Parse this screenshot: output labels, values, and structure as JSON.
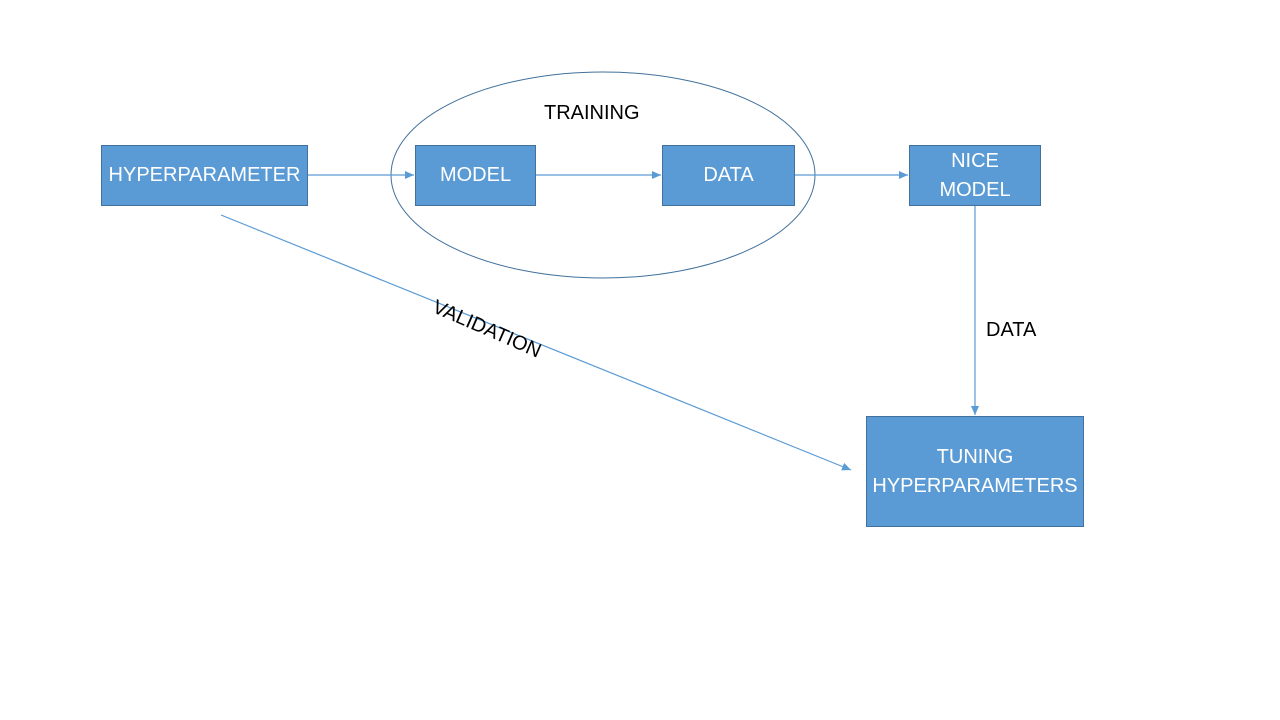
{
  "nodes": {
    "hyperparameter": "HYPERPARAMETER",
    "model": "MODEL",
    "data": "DATA",
    "nice_model": "NICE\nMODEL",
    "tuning": "TUNING\nHYPERPARAMETERS"
  },
  "labels": {
    "training": "TRAINING",
    "validation": "VALIDATION",
    "data_edge": "DATA"
  },
  "colors": {
    "box_fill": "#5b9bd5",
    "box_border": "#41719c",
    "line": "#5b9bd5",
    "box_text": "#ffffff",
    "label_text": "#000000"
  }
}
